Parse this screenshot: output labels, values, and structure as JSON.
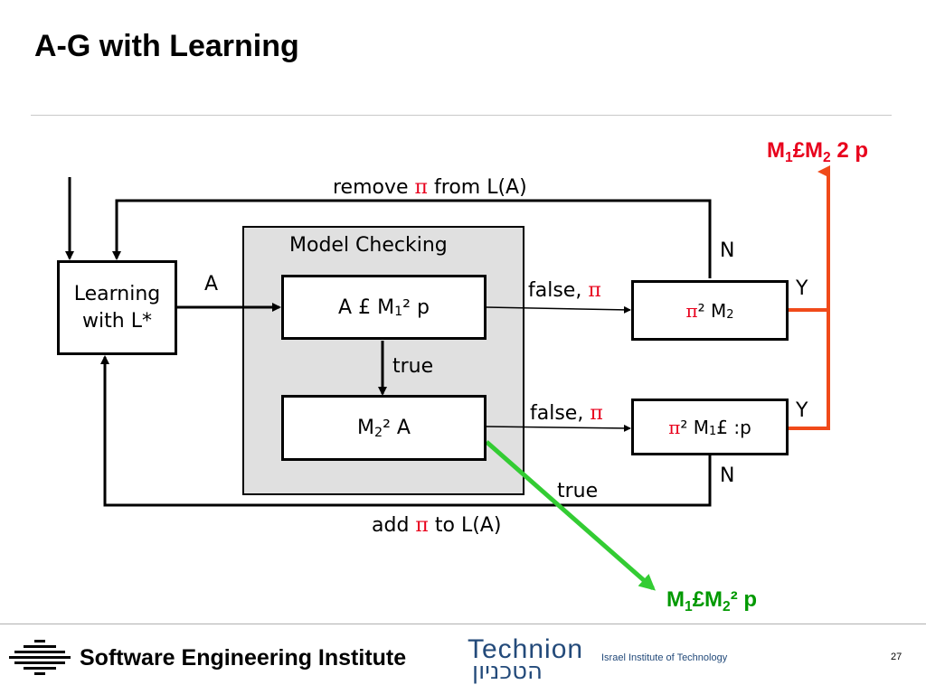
{
  "slide": {
    "title": "A-G with Learning",
    "page_number": "27"
  },
  "diagram": {
    "learning_box": {
      "line1": "Learning",
      "line2": "with L*"
    },
    "arrow_A_label": "A",
    "model_checking_label": "Model Checking",
    "box_top": {
      "prefix": "A £ M",
      "sub": "1",
      "suffix": " ² p"
    },
    "box_bottom": {
      "prefix": "M",
      "sub": "2",
      "suffix": " ² A"
    },
    "true_inner": "true",
    "false_top": {
      "text": "false, ",
      "pi": "π"
    },
    "false_bottom": {
      "text": "false, ",
      "pi": "π"
    },
    "check_top": {
      "pi": "π",
      "mid": " ² M",
      "sub": "2"
    },
    "check_bottom": {
      "pi": "π",
      "mid": " ² M",
      "sub": "1",
      "suffix": " £ :p"
    },
    "N_top": "N",
    "N_bottom": "N",
    "Y_top": "Y",
    "Y_bottom": "Y",
    "true_outer": "true",
    "remove": {
      "pre": "remove ",
      "pi": "π",
      "post": " from L(A)"
    },
    "add": {
      "pre": "add  ",
      "pi": "π",
      "post": " to L(A)"
    },
    "result_red": {
      "m1": "M",
      "s1": "1",
      "mid": "£M",
      "s2": "2",
      "post": " 2 p"
    },
    "result_green": {
      "m1": "M",
      "s1": "1",
      "mid": "£M",
      "s2": "2",
      "post": "² p"
    }
  },
  "footer": {
    "sei": "Software Engineering Institute",
    "technion": "Technion",
    "technion_hebrew": "הטכניון",
    "technion_sub": "Israel Institute of Technology"
  },
  "colors": {
    "red": "#e8001c",
    "green": "#33cc33",
    "orange": "#f04a1a",
    "gray_panel": "#e0e0e0"
  }
}
